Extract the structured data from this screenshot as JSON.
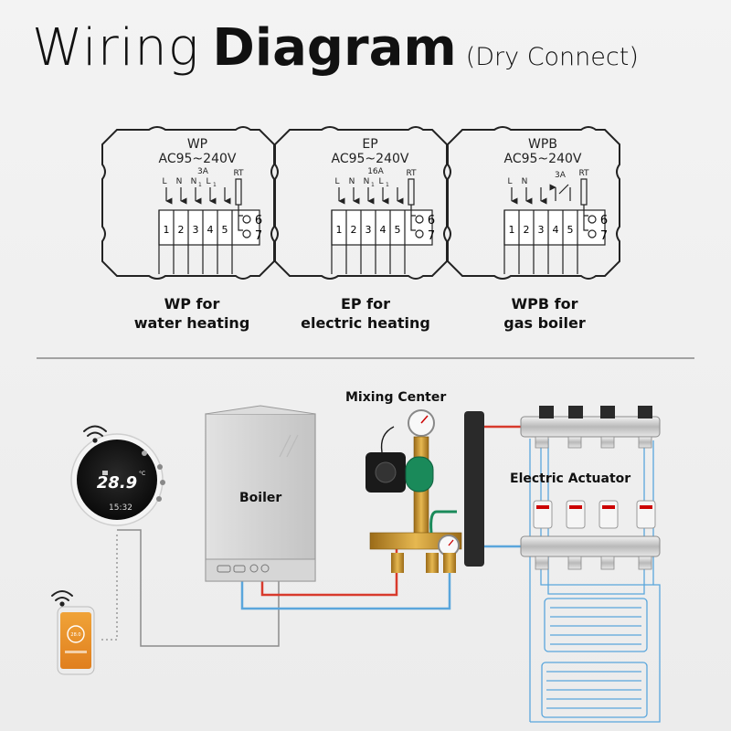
{
  "title": {
    "part1": "Wiring",
    "part2": "Diagram",
    "part3": "(Dry Connect)"
  },
  "modules": [
    {
      "name": "WP",
      "voltage": "AC95~240V",
      "rating": "3A",
      "terminals": [
        "L",
        "N",
        "N",
        "L"
      ],
      "terminal_subscripts": [
        "",
        "",
        "1",
        "1"
      ],
      "rt": "RT",
      "positions": [
        "1",
        "2",
        "3",
        "4",
        "5"
      ],
      "aux": [
        "6",
        "7"
      ],
      "caption_line1": "WP for",
      "caption_line2": "water heating"
    },
    {
      "name": "EP",
      "voltage": "AC95~240V",
      "rating": "16A",
      "terminals": [
        "L",
        "N",
        "N",
        "L"
      ],
      "terminal_subscripts": [
        "",
        "",
        "1",
        "1"
      ],
      "rt": "RT",
      "positions": [
        "1",
        "2",
        "3",
        "4",
        "5"
      ],
      "aux": [
        "6",
        "7"
      ],
      "caption_line1": "EP for",
      "caption_line2": "electric heating"
    },
    {
      "name": "WPB",
      "voltage": "AC95~240V",
      "rating": "3A",
      "terminals": [
        "L",
        "N"
      ],
      "terminal_subscripts": [
        "",
        ""
      ],
      "rt": "RT",
      "positions": [
        "1",
        "2",
        "3",
        "4",
        "5"
      ],
      "aux": [
        "6",
        "7"
      ],
      "caption_line1": "WPB for",
      "caption_line2": "gas boiler"
    }
  ],
  "labels": {
    "boiler": "Boiler",
    "mixing_center": "Mixing Center",
    "electric_actuator": "Electric Actuator"
  },
  "thermostat": {
    "temperature": "28.9",
    "unit": "°C",
    "time": "15:32"
  },
  "phone": {
    "temperature": "28.0"
  },
  "colors": {
    "hot_pipe": "#d83a2c",
    "cold_pipe": "#5aa6dc",
    "cable": "#8c8c8c",
    "pump_green": "#1a8a5a",
    "brass": "#c9962e"
  }
}
